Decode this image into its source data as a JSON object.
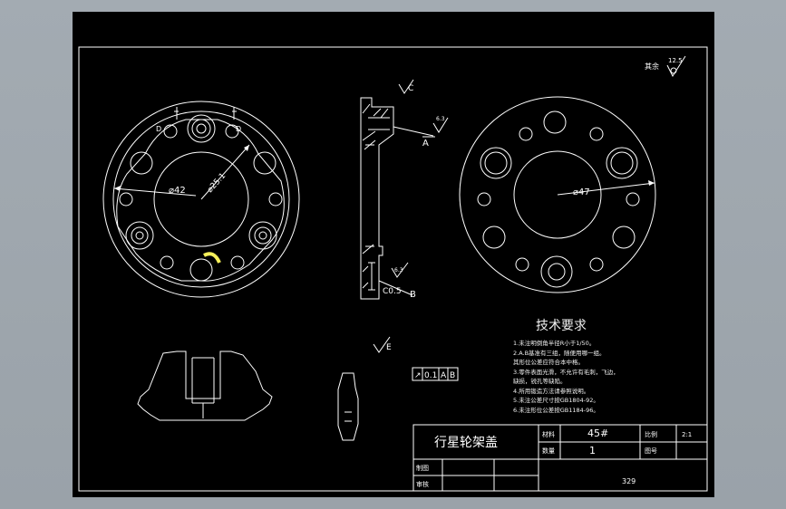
{
  "title_block": {
    "part_name": "行星轮架盖",
    "material_label": "材料",
    "material_value": "45#",
    "scale_label": "比例",
    "scale_value": "2:1",
    "quantity_label": "数量",
    "quantity_value": "1",
    "drawing_no_label": "图号",
    "drafter_label": "制图",
    "reviewer_label": "审核",
    "code": "329"
  },
  "tech_req": {
    "heading": "技术要求",
    "items": [
      "1.未注明倒角半径R小于1/50。",
      "2.A.B基准有三组，随便用哪一组。",
      "  其形位公差应符合本中格。",
      "3.零件表面光滑，不允许有毛刺，飞边，",
      "  缺损，锐孔等缺陷。",
      "4.所用锻造方法请参照说明。",
      "5.未注公差尺寸按GB1804-92。",
      "6.未注形位公差按GB1184-96。"
    ]
  },
  "dimensions": {
    "d42": "⌀42",
    "d25": "⌀25.1",
    "d47": "⌀47",
    "cut_d_left": "D",
    "cut_d_right": "D",
    "datum_a": "A",
    "datum_b": "B",
    "chamfer": "C0.5",
    "rough_general": "其余",
    "rough_value": "12.5",
    "rough_c": "C",
    "rough_e": "E",
    "rough_small": "6.3",
    "tol_symbol": "↗",
    "tol_value": "0.1",
    "tol_a": "A",
    "tol_b": "B"
  }
}
